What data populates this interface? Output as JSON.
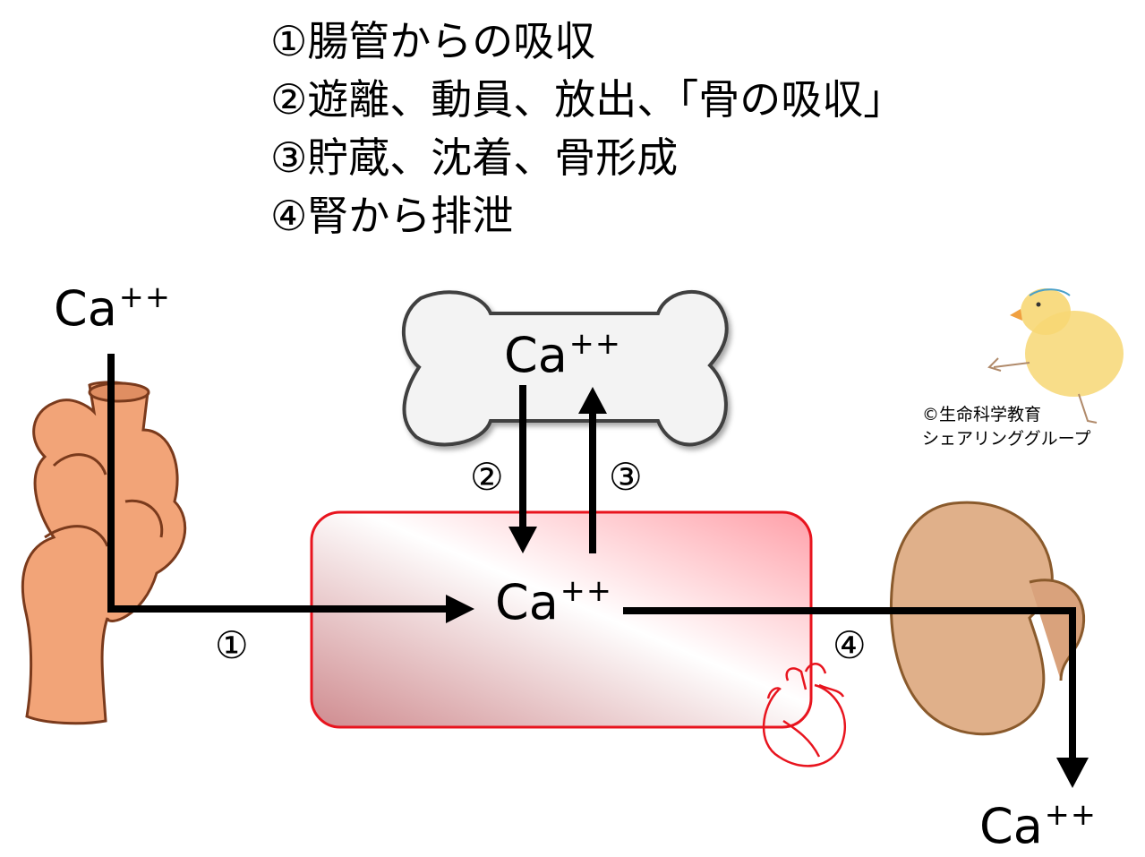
{
  "legend": [
    "①腸管からの吸収",
    "②遊離、動員、放出、「骨の吸収」",
    "③貯蔵、沈着、骨形成",
    "④腎から排泄"
  ],
  "calcium": {
    "base": "Ca",
    "charge": "++"
  },
  "steps": [
    "①",
    "②",
    "③",
    "④"
  ],
  "credit": [
    "©生命科学教育",
    "シェアリンググループ"
  ],
  "colors": {
    "intestine_fill": "#f2a478",
    "intestine_stroke": "#7a3a1c",
    "blood_stroke": "#e8141e",
    "blood_gradient_light": "#ffffff",
    "blood_gradient_dark": "#d07a80",
    "bone_fill": "#f2f2f2",
    "bone_stroke": "#444444",
    "kidney_fill": "#e0b08a",
    "kidney_stroke": "#8a5a2c",
    "heart_stroke": "#e8141e",
    "chick_fill": "#f7d774",
    "arrow": "#000000"
  }
}
